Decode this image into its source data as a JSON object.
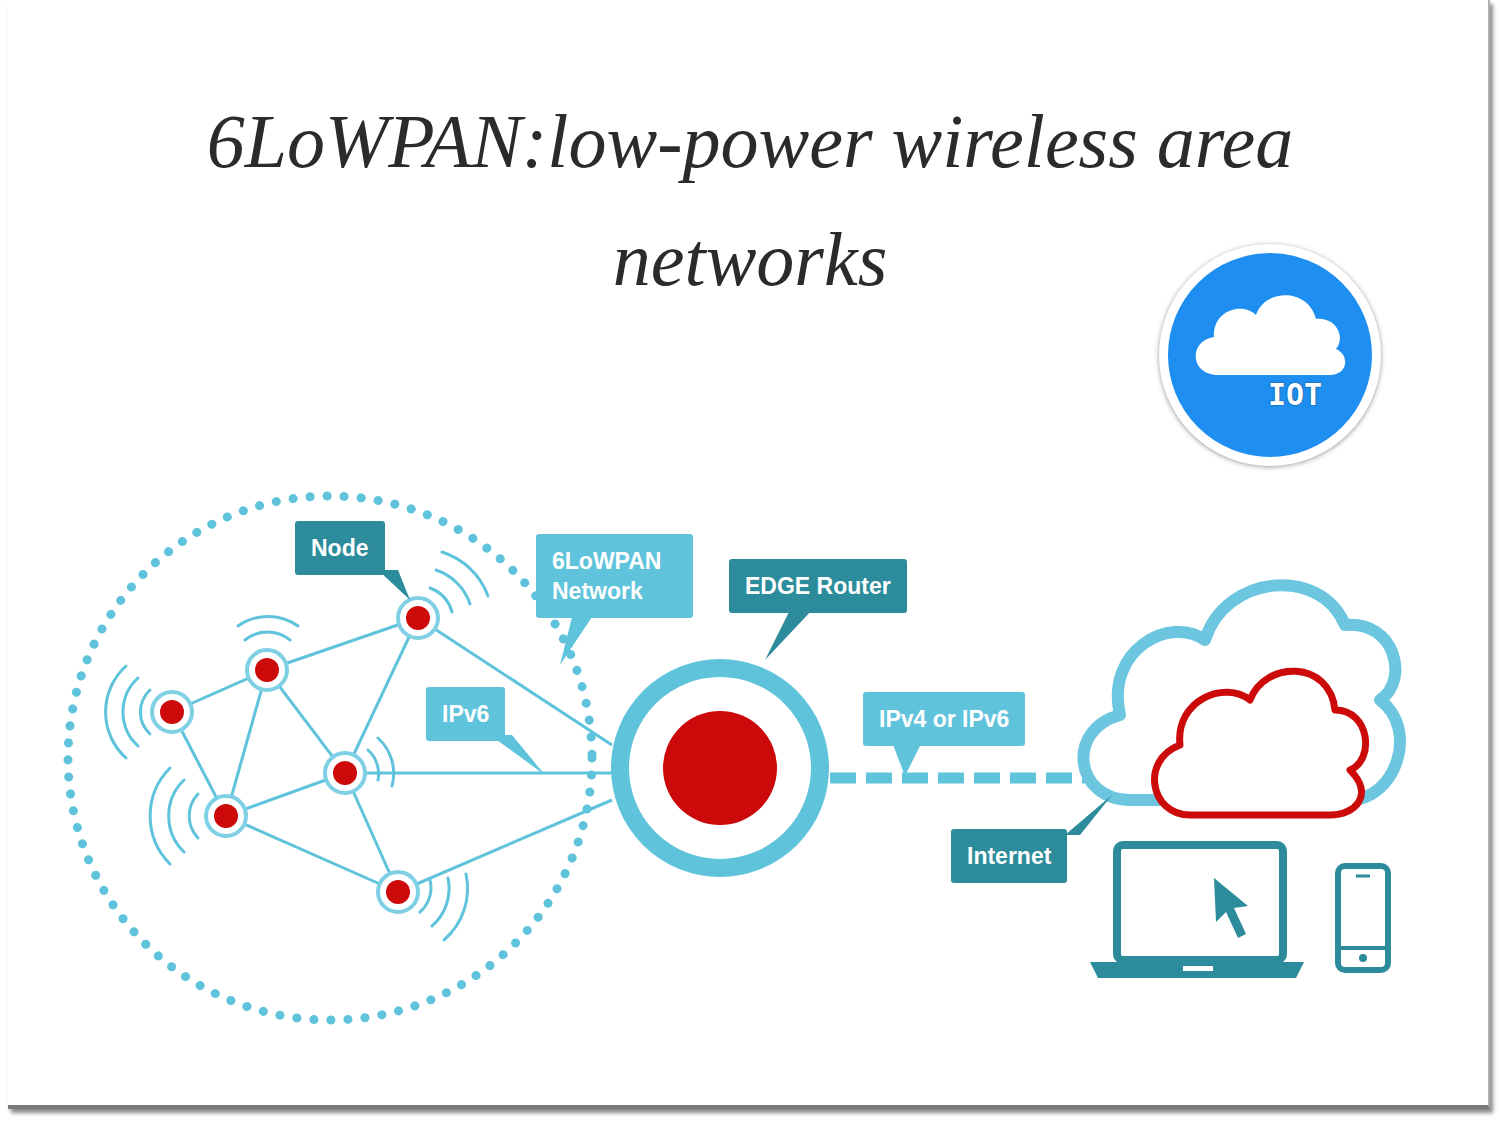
{
  "diagram": {
    "title": "6LoWPAN:low-power wireless area networks",
    "nodes": [
      {
        "text": [
          "IOT"
        ]
      },
      {
        "text": [
          "Node"
        ]
      },
      {
        "text": [
          "6LoWPAN Network"
        ]
      },
      {
        "text": [
          "EDGE Router"
        ]
      },
      {
        "text": [
          "IPv6"
        ]
      },
      {
        "text": [
          "IPv4 or IPv6"
        ]
      },
      {
        "text": [
          "Internet"
        ]
      }
    ]
  }
}
